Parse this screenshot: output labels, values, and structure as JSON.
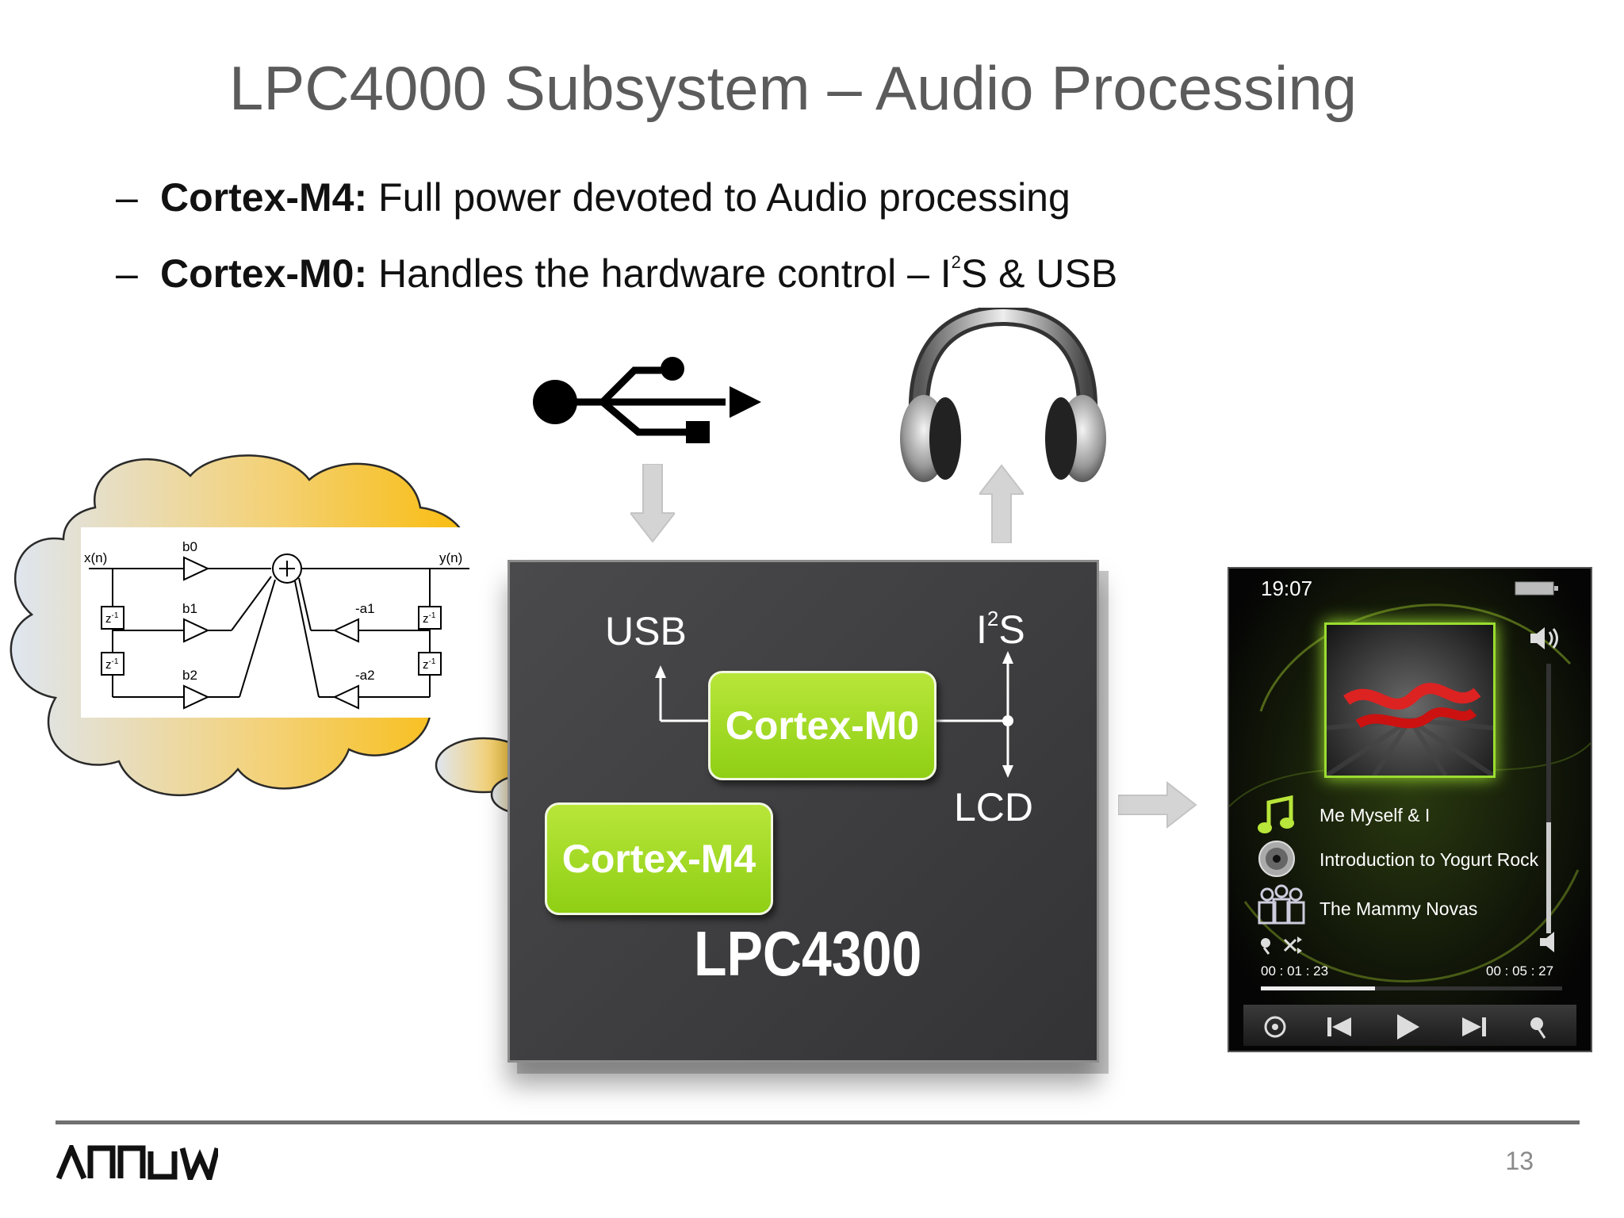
{
  "slide": {
    "title": "LPC4000 Subsystem – Audio Processing",
    "page_number": "13",
    "logo_text": "ARROW"
  },
  "bullets": [
    {
      "dash": "–",
      "bold": "Cortex-M4:",
      "text": " Full power devoted to Audio processing"
    },
    {
      "dash": "–",
      "bold": "Cortex-M0:",
      "text_pre": " Handles the hardware control – I",
      "sup": "2",
      "text_post": "S & USB"
    }
  ],
  "filter_diagram": {
    "input_label": "x(n)",
    "output_label": "y(n)",
    "delay_label": "z",
    "delay_exp": "-1",
    "coefficients": {
      "b0": "b0",
      "b1": "b1",
      "b2": "b2",
      "a1": "-a1",
      "a2": "-a2"
    }
  },
  "chip": {
    "name": "LPC4300",
    "usb_label": "USB",
    "i2s_label_pre": "I",
    "i2s_label_sup": "2",
    "i2s_label_post": "S",
    "lcd_label": "LCD",
    "core_m0": "Cortex-M0",
    "core_m4": "Cortex-M4",
    "core_color": "#8fcf14",
    "chip_color": "#3c3c3e"
  },
  "player": {
    "time": "19:07",
    "tracks": [
      {
        "icon": "music-note-icon",
        "label": "Me Myself & I"
      },
      {
        "icon": "cd-disc-icon",
        "label": "Introduction to Yogurt Rock"
      },
      {
        "icon": "band-icon",
        "label": "The Mammy Novas"
      }
    ],
    "elapsed": "00 : 01 : 23",
    "total": "00 : 05 : 27",
    "progress": 0.38
  }
}
